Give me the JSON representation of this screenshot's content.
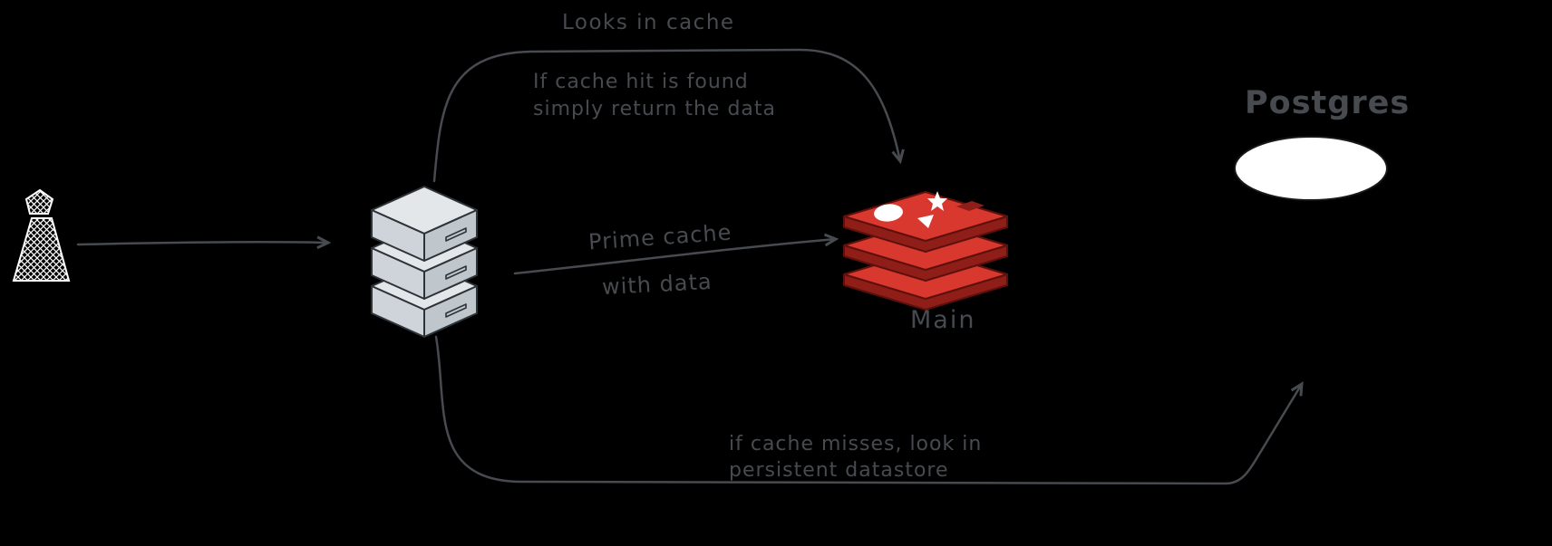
{
  "labels": {
    "looks_in_cache": "Looks in cache",
    "cache_hit_line1": "If cache hit is found",
    "cache_hit_line2": "simply return the data",
    "prime_cache_line1": "Prime cache",
    "prime_cache_line2": "with data",
    "redis_node": "Main",
    "postgres_node": "Postgres",
    "cache_miss_line1": "if cache misses, look in",
    "cache_miss_line2": "persistent datastore"
  },
  "colors": {
    "background": "#000000",
    "stroke": "#474b50",
    "text": "#474b50",
    "white": "#ffffff",
    "server_top": "#e3e7ea",
    "server_face": "#ced4da",
    "server_side": "#bfc6cc",
    "server_outline": "#2e3338",
    "redis_red": "#d8382e",
    "redis_dark": "#8f1d18",
    "redis_outline": "#5f100c",
    "postgres_fill": "#ffffff"
  }
}
